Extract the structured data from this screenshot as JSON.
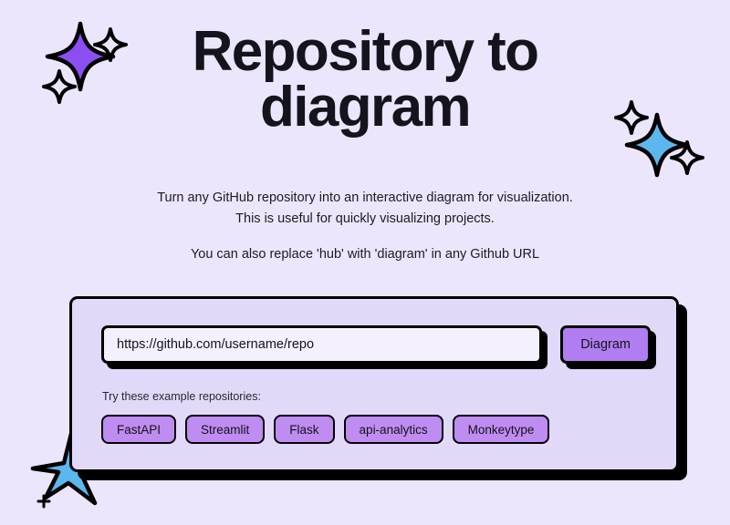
{
  "page": {
    "background_color": "#ece6fc",
    "card_background_color": "#e2d9f9",
    "accent_purple": "#b07ef0",
    "chip_purple": "#bf8cf2",
    "sparkle_blue": "#5bb8ee",
    "sparkle_purple": "#8b4ef0",
    "outline_black": "#000000"
  },
  "hero": {
    "title": "Repository to diagram"
  },
  "subtitle": {
    "line1": "Turn any GitHub repository into an interactive diagram for visualization.",
    "line2": "This is useful for quickly visualizing projects.",
    "line3": "You can also replace 'hub' with 'diagram' in any Github URL"
  },
  "form": {
    "url_placeholder": "https://github.com/username/repo",
    "url_value": "",
    "submit_label": "Diagram"
  },
  "examples": {
    "label": "Try these example repositories:",
    "chips": [
      {
        "label": "FastAPI"
      },
      {
        "label": "Streamlit"
      },
      {
        "label": "Flask"
      },
      {
        "label": "api-analytics"
      },
      {
        "label": "Monkeytype"
      }
    ]
  },
  "decorations": {
    "top_left": "sparkle-purple-icon",
    "top_right": "sparkle-blue-icon",
    "bottom_left": "star-blue-icon"
  }
}
